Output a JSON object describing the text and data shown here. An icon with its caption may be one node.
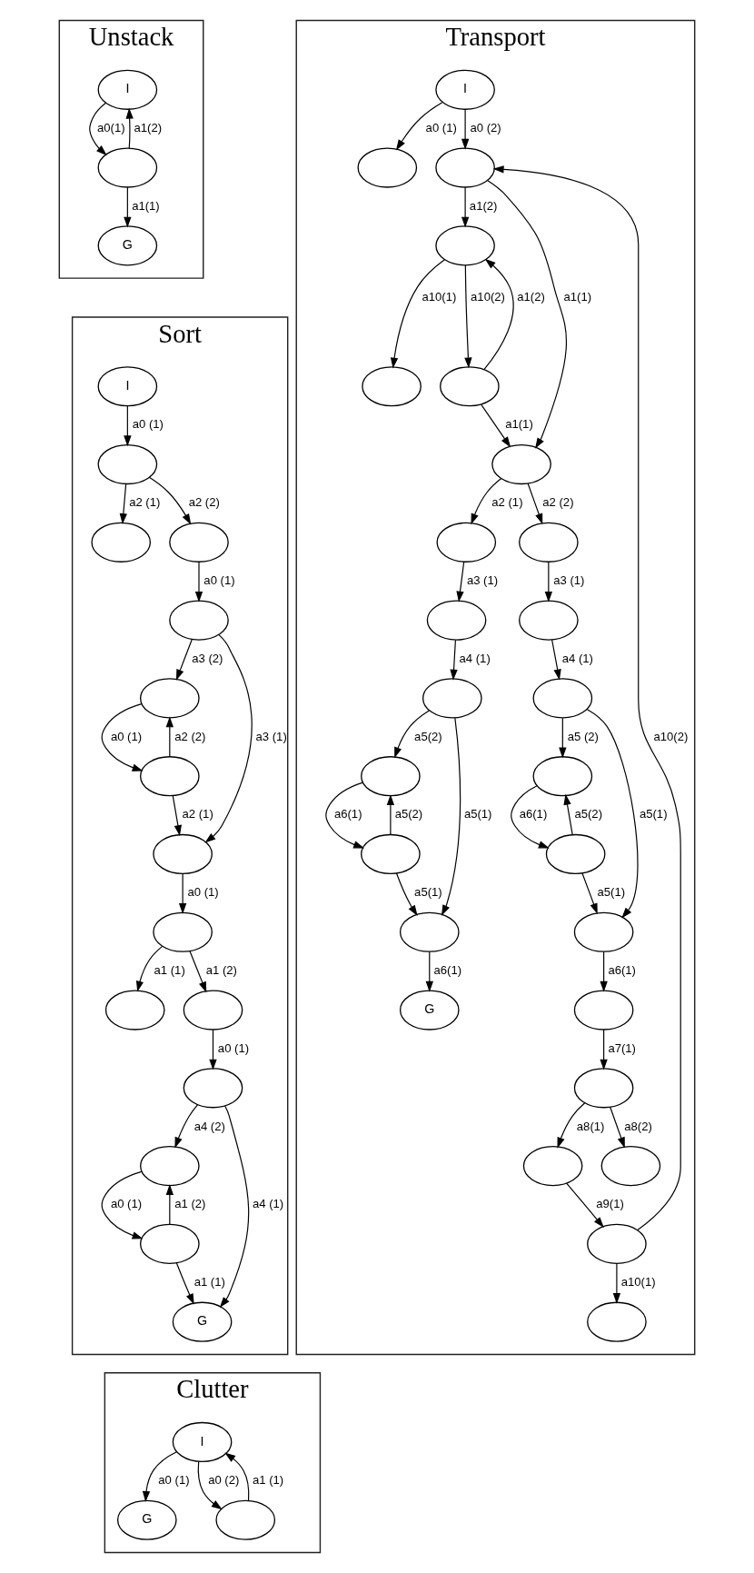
{
  "diagram": {
    "nodes": [
      {
        "text": [
          "Unstack"
        ]
      },
      {
        "text": [
          "I"
        ],
        "in": 0
      },
      {
        "text": [],
        "shape": "ellipse",
        "in": 0
      },
      {
        "text": [
          "G"
        ],
        "in": 0
      },
      {
        "text": [
          "Sort"
        ]
      },
      {
        "text": [
          "I"
        ],
        "in": 4
      },
      {
        "text": [],
        "shape": "ellipse",
        "in": 4
      },
      {
        "text": [],
        "shape": "ellipse",
        "in": 4
      },
      {
        "text": [],
        "shape": "ellipse",
        "in": 4
      },
      {
        "text": [],
        "shape": "ellipse",
        "in": 4
      },
      {
        "text": [],
        "shape": "ellipse",
        "in": 4
      },
      {
        "text": [],
        "shape": "ellipse",
        "in": 4
      },
      {
        "text": [],
        "shape": "ellipse",
        "in": 4
      },
      {
        "text": [],
        "shape": "ellipse",
        "in": 4
      },
      {
        "text": [],
        "shape": "ellipse",
        "in": 4
      },
      {
        "text": [],
        "shape": "ellipse",
        "in": 4
      },
      {
        "text": [],
        "shape": "ellipse",
        "in": 4
      },
      {
        "text": [],
        "shape": "ellipse",
        "in": 4
      },
      {
        "text": [],
        "shape": "ellipse",
        "in": 4
      },
      {
        "text": [
          "G"
        ],
        "in": 4
      },
      {
        "text": [
          "Clutter"
        ]
      },
      {
        "text": [
          "I"
        ],
        "in": 20
      },
      {
        "text": [
          "G"
        ],
        "in": 20
      },
      {
        "text": [],
        "shape": "ellipse",
        "in": 20
      },
      {
        "text": [
          "Transport"
        ]
      },
      {
        "text": [
          "I"
        ],
        "in": 24
      },
      {
        "text": [],
        "shape": "ellipse",
        "in": 24
      },
      {
        "text": [],
        "shape": "ellipse",
        "in": 24
      },
      {
        "text": [],
        "shape": "ellipse",
        "in": 24
      },
      {
        "text": [],
        "shape": "ellipse",
        "in": 24
      },
      {
        "text": [],
        "shape": "ellipse",
        "in": 24
      },
      {
        "text": [],
        "shape": "ellipse",
        "in": 24
      },
      {
        "text": [],
        "shape": "ellipse",
        "in": 24
      },
      {
        "text": [],
        "shape": "ellipse",
        "in": 24
      },
      {
        "text": [],
        "shape": "ellipse",
        "in": 24
      },
      {
        "text": [],
        "shape": "ellipse",
        "in": 24
      },
      {
        "text": [],
        "shape": "ellipse",
        "in": 24
      },
      {
        "text": [],
        "shape": "ellipse",
        "in": 24
      },
      {
        "text": [],
        "shape": "ellipse",
        "in": 24
      },
      {
        "text": [],
        "shape": "ellipse",
        "in": 24
      },
      {
        "text": [],
        "shape": "ellipse",
        "in": 24
      },
      {
        "text": [],
        "shape": "ellipse",
        "in": 24
      },
      {
        "text": [],
        "shape": "ellipse",
        "in": 24
      },
      {
        "text": [],
        "shape": "ellipse",
        "in": 24
      },
      {
        "text": [
          "G"
        ],
        "in": 24
      },
      {
        "text": [],
        "shape": "ellipse",
        "in": 24
      },
      {
        "text": [],
        "shape": "ellipse",
        "in": 24
      },
      {
        "text": [],
        "shape": "ellipse",
        "in": 24
      },
      {
        "text": [],
        "shape": "ellipse",
        "in": 24
      },
      {
        "text": [],
        "shape": "ellipse",
        "in": 24
      },
      {
        "text": [],
        "shape": "ellipse",
        "in": 24
      }
    ],
    "edges": [
      {
        "from": 1,
        "to": 2,
        "label": "a0(1)",
        "arrow": "to"
      },
      {
        "from": 2,
        "to": 1,
        "label": "a1(2)",
        "arrow": "to"
      },
      {
        "from": 2,
        "to": 3,
        "label": "a1(1)",
        "arrow": "to"
      },
      {
        "from": 5,
        "to": 6,
        "label": "a0 (1)",
        "arrow": "to"
      },
      {
        "from": 6,
        "to": 7,
        "label": "a2 (1)",
        "arrow": "to"
      },
      {
        "from": 6,
        "to": 8,
        "label": "a2 (2)",
        "arrow": "to"
      },
      {
        "from": 8,
        "to": 9,
        "label": "a0 (1)",
        "arrow": "to"
      },
      {
        "from": 9,
        "to": 12,
        "label": "a3 (1)",
        "arrow": "to"
      },
      {
        "from": 9,
        "to": 10,
        "label": "a3 (2)",
        "arrow": "to"
      },
      {
        "from": 10,
        "to": 11,
        "label": "a0 (1)",
        "arrow": "to"
      },
      {
        "from": 11,
        "to": 10,
        "label": "a2 (2)",
        "arrow": "to"
      },
      {
        "from": 11,
        "to": 12,
        "label": "a2 (1)",
        "arrow": "to"
      },
      {
        "from": 12,
        "to": 13,
        "label": "a0 (1)",
        "arrow": "to"
      },
      {
        "from": 13,
        "to": 14,
        "label": "a1 (1)",
        "arrow": "to"
      },
      {
        "from": 13,
        "to": 15,
        "label": "a1 (2)",
        "arrow": "to"
      },
      {
        "from": 15,
        "to": 16,
        "label": "a0 (1)",
        "arrow": "to"
      },
      {
        "from": 16,
        "to": 19,
        "label": "a4 (1)",
        "arrow": "to"
      },
      {
        "from": 16,
        "to": 17,
        "label": "a4 (2)",
        "arrow": "to"
      },
      {
        "from": 17,
        "to": 18,
        "label": "a0 (1)",
        "arrow": "to"
      },
      {
        "from": 18,
        "to": 17,
        "label": "a1 (2)",
        "arrow": "to"
      },
      {
        "from": 18,
        "to": 19,
        "label": "a1 (1)",
        "arrow": "to"
      },
      {
        "from": 21,
        "to": 22,
        "label": "a0 (1)",
        "arrow": "to"
      },
      {
        "from": 21,
        "to": 23,
        "label": "a0 (2)",
        "arrow": "to"
      },
      {
        "from": 23,
        "to": 21,
        "label": "a1 (1)",
        "arrow": "to"
      },
      {
        "from": 25,
        "to": 26,
        "label": "a0 (1)",
        "arrow": "to"
      },
      {
        "from": 25,
        "to": 27,
        "label": "a0 (2)",
        "arrow": "to"
      },
      {
        "from": 27,
        "to": 31,
        "label": "a1(1)",
        "arrow": "to"
      },
      {
        "from": 27,
        "to": 28,
        "label": "a1(2)",
        "arrow": "to"
      },
      {
        "from": 28,
        "to": 29,
        "label": "a10(1)",
        "arrow": "to"
      },
      {
        "from": 28,
        "to": 30,
        "label": "a10(2)",
        "arrow": "to"
      },
      {
        "from": 30,
        "to": 28,
        "label": "a1(2)",
        "arrow": "to"
      },
      {
        "from": 30,
        "to": 31,
        "label": "a1(1)",
        "arrow": "to"
      },
      {
        "from": 31,
        "to": 32,
        "label": "a2 (1)",
        "arrow": "to"
      },
      {
        "from": 31,
        "to": 33,
        "label": "a2 (2)",
        "arrow": "to"
      },
      {
        "from": 32,
        "to": 34,
        "label": "a3 (1)",
        "arrow": "to"
      },
      {
        "from": 33,
        "to": 35,
        "label": "a3 (1)",
        "arrow": "to"
      },
      {
        "from": 34,
        "to": 36,
        "label": "a4 (1)",
        "arrow": "to"
      },
      {
        "from": 35,
        "to": 37,
        "label": "a4 (1)",
        "arrow": "to"
      },
      {
        "from": 36,
        "to": 42,
        "label": "a5(1)",
        "arrow": "to"
      },
      {
        "from": 36,
        "to": 38,
        "label": "a5(2)",
        "arrow": "to"
      },
      {
        "from": 38,
        "to": 40,
        "label": "a6(1)",
        "arrow": "to"
      },
      {
        "from": 40,
        "to": 38,
        "label": "a5(2)",
        "arrow": "to"
      },
      {
        "from": 40,
        "to": 42,
        "label": "a5(1)",
        "arrow": "to"
      },
      {
        "from": 37,
        "to": 43,
        "label": "a5(1)",
        "arrow": "to"
      },
      {
        "from": 37,
        "to": 39,
        "label": "a5 (2)",
        "arrow": "to"
      },
      {
        "from": 39,
        "to": 41,
        "label": "a6(1)",
        "arrow": "to"
      },
      {
        "from": 41,
        "to": 39,
        "label": "a5(2)",
        "arrow": "to"
      },
      {
        "from": 41,
        "to": 43,
        "label": "a5(1)",
        "arrow": "to"
      },
      {
        "from": 42,
        "to": 44,
        "label": "a6(1)",
        "arrow": "to"
      },
      {
        "from": 43,
        "to": 45,
        "label": "a6(1)",
        "arrow": "to"
      },
      {
        "from": 45,
        "to": 46,
        "label": "a7(1)",
        "arrow": "to"
      },
      {
        "from": 46,
        "to": 47,
        "label": "a8(1)",
        "arrow": "to"
      },
      {
        "from": 46,
        "to": 48,
        "label": "a8(2)",
        "arrow": "to"
      },
      {
        "from": 47,
        "to": 49,
        "label": "a9(1)",
        "arrow": "to"
      },
      {
        "from": 49,
        "to": 50,
        "label": "a10(1)",
        "arrow": "to"
      },
      {
        "from": 49,
        "to": 27,
        "label": "a10(2)",
        "arrow": "to"
      }
    ]
  }
}
